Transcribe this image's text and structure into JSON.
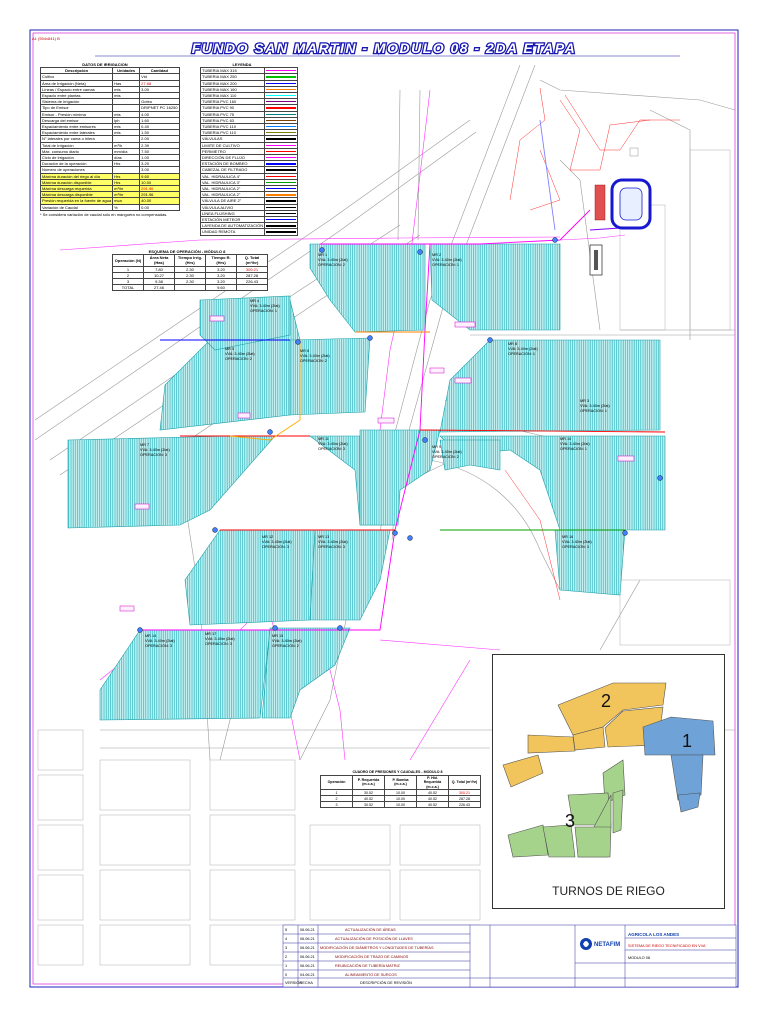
{
  "header": {
    "corner_ref": "A1 (594x841) B",
    "title": "FUNDO SAN MARTIN - MODULO 08 - 2DA ETAPA"
  },
  "irrigation_data": {
    "title": "DATOS DE IRRIGACION",
    "columns": [
      "Descripción",
      "Unidades",
      "Cantidad"
    ],
    "rows": [
      [
        "Cultivo",
        "",
        "Vid"
      ],
      [
        "Área de Irrigación (Neta)",
        "Has",
        "27.68"
      ],
      [
        "Líneas / Espacio entre camas",
        "mts",
        "3.00"
      ],
      [
        "Espacio entre plantas",
        "mts",
        ""
      ],
      [
        "Sistema de irrigación",
        "",
        "Goteo"
      ],
      [
        "Tipo de Emisor",
        "",
        "DRIPNET PC 16250"
      ],
      [
        "Emisor - Presión mínima",
        "mts",
        "4.00"
      ],
      [
        "Descarga del emisor",
        "lph",
        "1.60"
      ],
      [
        "Espaciamiento entre emisores",
        "mts",
        "0.40"
      ],
      [
        "Espaciamiento entre laterales",
        "mts",
        "1.50"
      ],
      [
        "N° laterales por cama o hilera",
        "",
        "2.00"
      ],
      [
        "Total de Irrigación",
        "m³/h",
        "2.39"
      ],
      [
        "Máx. consumo diario",
        "mm/día",
        "7.50"
      ],
      [
        "Ciclo de irrigación",
        "días",
        "1.00"
      ],
      [
        "Duración de la operación",
        "Hrs",
        "3.20"
      ],
      [
        "Número de operaciones",
        "",
        "3.00"
      ],
      [
        "Máxima duración del riego al día",
        "Hrs",
        "9.60"
      ],
      [
        "Máxima duración disponible",
        "Hrs",
        "10.00"
      ],
      [
        "Máxima descarga requerida",
        "m³/hr",
        "291.96"
      ],
      [
        "Máxima descarga disponible",
        "m³/hr",
        "291.96"
      ],
      [
        "Presión requerida en la fuente de agua",
        "mca",
        "40.00"
      ],
      [
        "Variación de Caudal",
        "%",
        "0.00"
      ]
    ],
    "note": "* Se considera variación de caudal solo en manguera no compensadas."
  },
  "legend": {
    "title": "LEYENDA",
    "items": [
      {
        "label": "TUBERIA MAX 315",
        "color": "#ff00ff"
      },
      {
        "label": "TUBERIA MAX 250",
        "color": "#00c000"
      },
      {
        "label": "TUBERIA MAX 200",
        "color": "#0000ff"
      },
      {
        "label": "TUBERIA MAX 160",
        "color": "#ff8000"
      },
      {
        "label": "TUBERIA MAX 110",
        "color": "#00ffff"
      },
      {
        "label": "TUBERIA PVC 160",
        "color": "#800080"
      },
      {
        "label": "TUBERIA PVC 90",
        "color": "#ff0000"
      },
      {
        "label": "TUBERIA PVC 75",
        "color": "#008080"
      },
      {
        "label": "TUBERIA PVC 63",
        "color": "#804000"
      },
      {
        "label": "TUBERIA PVC 110",
        "color": "#0080ff"
      },
      {
        "label": "TUBERIA PVC 110",
        "color": "#808000"
      },
      {
        "label": "VÁLVULAS",
        "color": "#000000"
      },
      {
        "label": "LIMITE DE CULTIVO",
        "color": "#ff00ff"
      },
      {
        "label": "PERIMETRO",
        "color": "#ff0000"
      },
      {
        "label": "DIRECCIÓN DE FLUJO",
        "color": "#ff00ff"
      },
      {
        "label": "ESTACIÓN DE BOMBEO",
        "color": "#0000ff"
      },
      {
        "label": "CABEZAL DE FILTRADO",
        "color": "#000000"
      },
      {
        "label": "VAL. HIDRAULICA 4\"",
        "color": "#ff0000"
      },
      {
        "label": "VAL. HIDRAULICA 3\"",
        "color": "#00a000"
      },
      {
        "label": "VAL. HIDRAULICA 2\"",
        "color": "#0000ff"
      },
      {
        "label": "VAL. HIDRAULICA 2\"",
        "color": "#ff8000"
      },
      {
        "label": "VÁLVULA DE AIRE 2\"",
        "color": "#000000"
      },
      {
        "label": "VÁLVULA ALIVIO",
        "color": "#000000"
      },
      {
        "label": "LÍNEA FLUSHING",
        "color": "#000000"
      },
      {
        "label": "ESTACIÓN METEOR",
        "color": "#0000ff"
      },
      {
        "label": "LAYENDA DE AUTOMATIZACIÓN",
        "color": "#000000"
      },
      {
        "label": "UNIDAD REMOTA",
        "color": "#000000"
      }
    ]
  },
  "operation_scheme": {
    "title": "ESQUEMA DE OPERACIÓN - MÓDULO 8",
    "columns": [
      "Operación (N)",
      "Área Neta (Has)",
      "Tiempo Irrig. (Hrs)",
      "Tiempo R. (Hrs)",
      "Q. Total (m³/hr)"
    ],
    "rows": [
      [
        "1",
        "7.80",
        "2.30",
        "3.20",
        "300.21"
      ],
      [
        "2",
        "10.27",
        "2.30",
        "3.20",
        "287.28"
      ],
      [
        "3",
        "9.38",
        "2.30",
        "3.20",
        "226.43"
      ]
    ],
    "total": [
      "TOTAL",
      "27.46",
      "",
      "9.60",
      ""
    ]
  },
  "pressure_table": {
    "title": "CUADRO DE PRESIONES Y CAUDALES - MODULO 8",
    "columns": [
      "Operación",
      "P. Requerida (m.c.a.)",
      "P. Bomba (m.c.a.)",
      "P. Hid. Requerida (m.c.a.)",
      "Q. Total (m³/hr)"
    ],
    "rows": [
      [
        "1",
        "30.52",
        "10.00",
        "40.52",
        "300.21"
      ],
      [
        "2",
        "40.52",
        "10.00",
        "40.52",
        "287.28"
      ],
      [
        "3",
        "30.52",
        "10.00",
        "40.52",
        "226.43"
      ]
    ]
  },
  "turnos": {
    "title": "TURNOS DE RIEGO",
    "labels": [
      "1",
      "2",
      "3"
    ],
    "colors": {
      "1": "#6fa3d8",
      "2": "#f2c45c",
      "3": "#a6d38b"
    }
  },
  "sectors": [
    {
      "id": "MR 1",
      "op": "OPERACION: 2",
      "text": "VVA: 3.40m (2lat)"
    },
    {
      "id": "MR 2",
      "op": "OPERACION: 1",
      "text": "VVA: 3.40m (2lat)"
    },
    {
      "id": "MR 3",
      "op": "OPERACION: 1",
      "text": "VVA: 3.40m (2lat)"
    },
    {
      "id": "MR 4",
      "op": "OPERACION: 1",
      "text": "VVA: 3.40m (2lat)"
    },
    {
      "id": "MR 5",
      "op": "OPERACION: 2",
      "text": "VVA: 3.40m (2lat)"
    },
    {
      "id": "MR 6",
      "op": "OPERACION: 2",
      "text": "VVA: 3.40m (2lat)"
    },
    {
      "id": "MR 7",
      "op": "OPERACION: 3",
      "text": "VVA: 3.40m (2lat)"
    },
    {
      "id": "MR 8",
      "op": "OPERACION: 1",
      "text": "VVA: 3.40m (2lat)"
    },
    {
      "id": "MR 9",
      "op": "OPERACION: 2",
      "text": "VVA: 3.40m (2lat)"
    },
    {
      "id": "MR 10",
      "op": "OPERACION: 1",
      "text": "VVA: 3.40m (2lat)"
    },
    {
      "id": "MR 11",
      "op": "OPERACION: 3",
      "text": "VVA: 3.40m (2lat)"
    },
    {
      "id": "MR 12",
      "op": "OPERACION: 3",
      "text": "VVA: 3.40m (2lat)"
    },
    {
      "id": "MR 13",
      "op": "OPERACION: 3",
      "text": "VVA: 3.40m (2lat)"
    },
    {
      "id": "MR 14",
      "op": "OPERACION: 3",
      "text": "VVA: 3.40m (2lat)"
    },
    {
      "id": "MR 15",
      "op": "OPERACION: 2",
      "text": "VVA: 3.40m (2lat)"
    },
    {
      "id": "MR 16",
      "op": "OPERACION: 3",
      "text": "VVA: 3.40m (2lat)"
    },
    {
      "id": "MR 17",
      "op": "OPERACION: 3",
      "text": "VVA: 3.40m (2lat)"
    }
  ],
  "title_block": {
    "company": "NETAFIM",
    "client": "AGRICOLA LOS ANDES",
    "project": "SISTEMA DE RIEGO TECNIFICADO EN VVA",
    "sheet": "MODULO 08",
    "revisions": [
      [
        "5",
        "06.06.21",
        "ACTUALIZACIÓN DE ÁREAS"
      ],
      [
        "4",
        "06.06.21",
        "ACTUALIZACIÓN DE POSICIÓN DE LLAVES"
      ],
      [
        "3",
        "06.06.21",
        "MODIFICACIÓN DE DIÁMETROS Y LONGITUDES DE TUBERÍAS"
      ],
      [
        "2",
        "06.06.21",
        "MODIFICACIÓN DE TRAZO DE CAMINOS"
      ],
      [
        "1",
        "06.06.21",
        "REUBICACIÓN DE TUBERÍA MATRIZ"
      ],
      [
        "0",
        "04.06.21",
        "ALINEAMIENTO DE SURCOS"
      ]
    ],
    "rev_header": [
      "VERSIÓN",
      "FECHA",
      "DESCRIPCIÓN DE REVISIÓN"
    ]
  }
}
